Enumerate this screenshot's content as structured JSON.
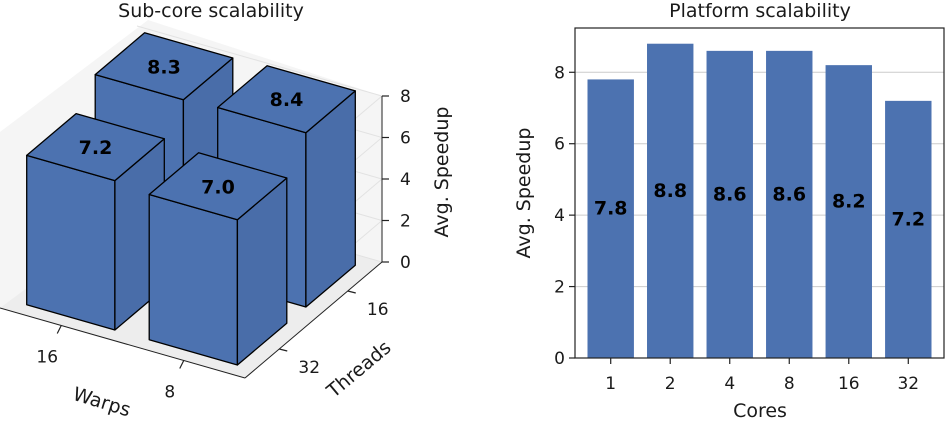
{
  "chart_data": [
    {
      "type": "bar3d",
      "title": "Sub-core scalability",
      "xlabel": "Warps",
      "ylabel": "Threads",
      "zlabel": "Avg. Speedup",
      "x_categories": [
        "16",
        "8"
      ],
      "y_categories": [
        "16",
        "32"
      ],
      "zlim": [
        0,
        8
      ],
      "zticks": [
        "0",
        "2",
        "4",
        "6",
        "8"
      ],
      "bars": [
        {
          "warps": "16",
          "threads": "16",
          "value": 8.3,
          "label": "8.3"
        },
        {
          "warps": "8",
          "threads": "16",
          "value": 8.4,
          "label": "8.4"
        },
        {
          "warps": "16",
          "threads": "32",
          "value": 7.2,
          "label": "7.2"
        },
        {
          "warps": "8",
          "threads": "32",
          "value": 7.0,
          "label": "7.0"
        }
      ],
      "bar_color": "#4c72b0"
    },
    {
      "type": "bar",
      "title": "Platform scalability",
      "xlabel": "Cores",
      "ylabel": "Avg. Speedup",
      "categories": [
        "1",
        "2",
        "4",
        "8",
        "16",
        "32"
      ],
      "values": [
        7.8,
        8.8,
        8.6,
        8.6,
        8.2,
        7.2
      ],
      "labels": [
        "7.8",
        "8.8",
        "8.6",
        "8.6",
        "8.2",
        "7.2"
      ],
      "ylim": [
        0,
        9.24
      ],
      "yticks": [
        0,
        2,
        4,
        6,
        8
      ],
      "grid": true,
      "bar_color": "#4c72b0"
    }
  ]
}
